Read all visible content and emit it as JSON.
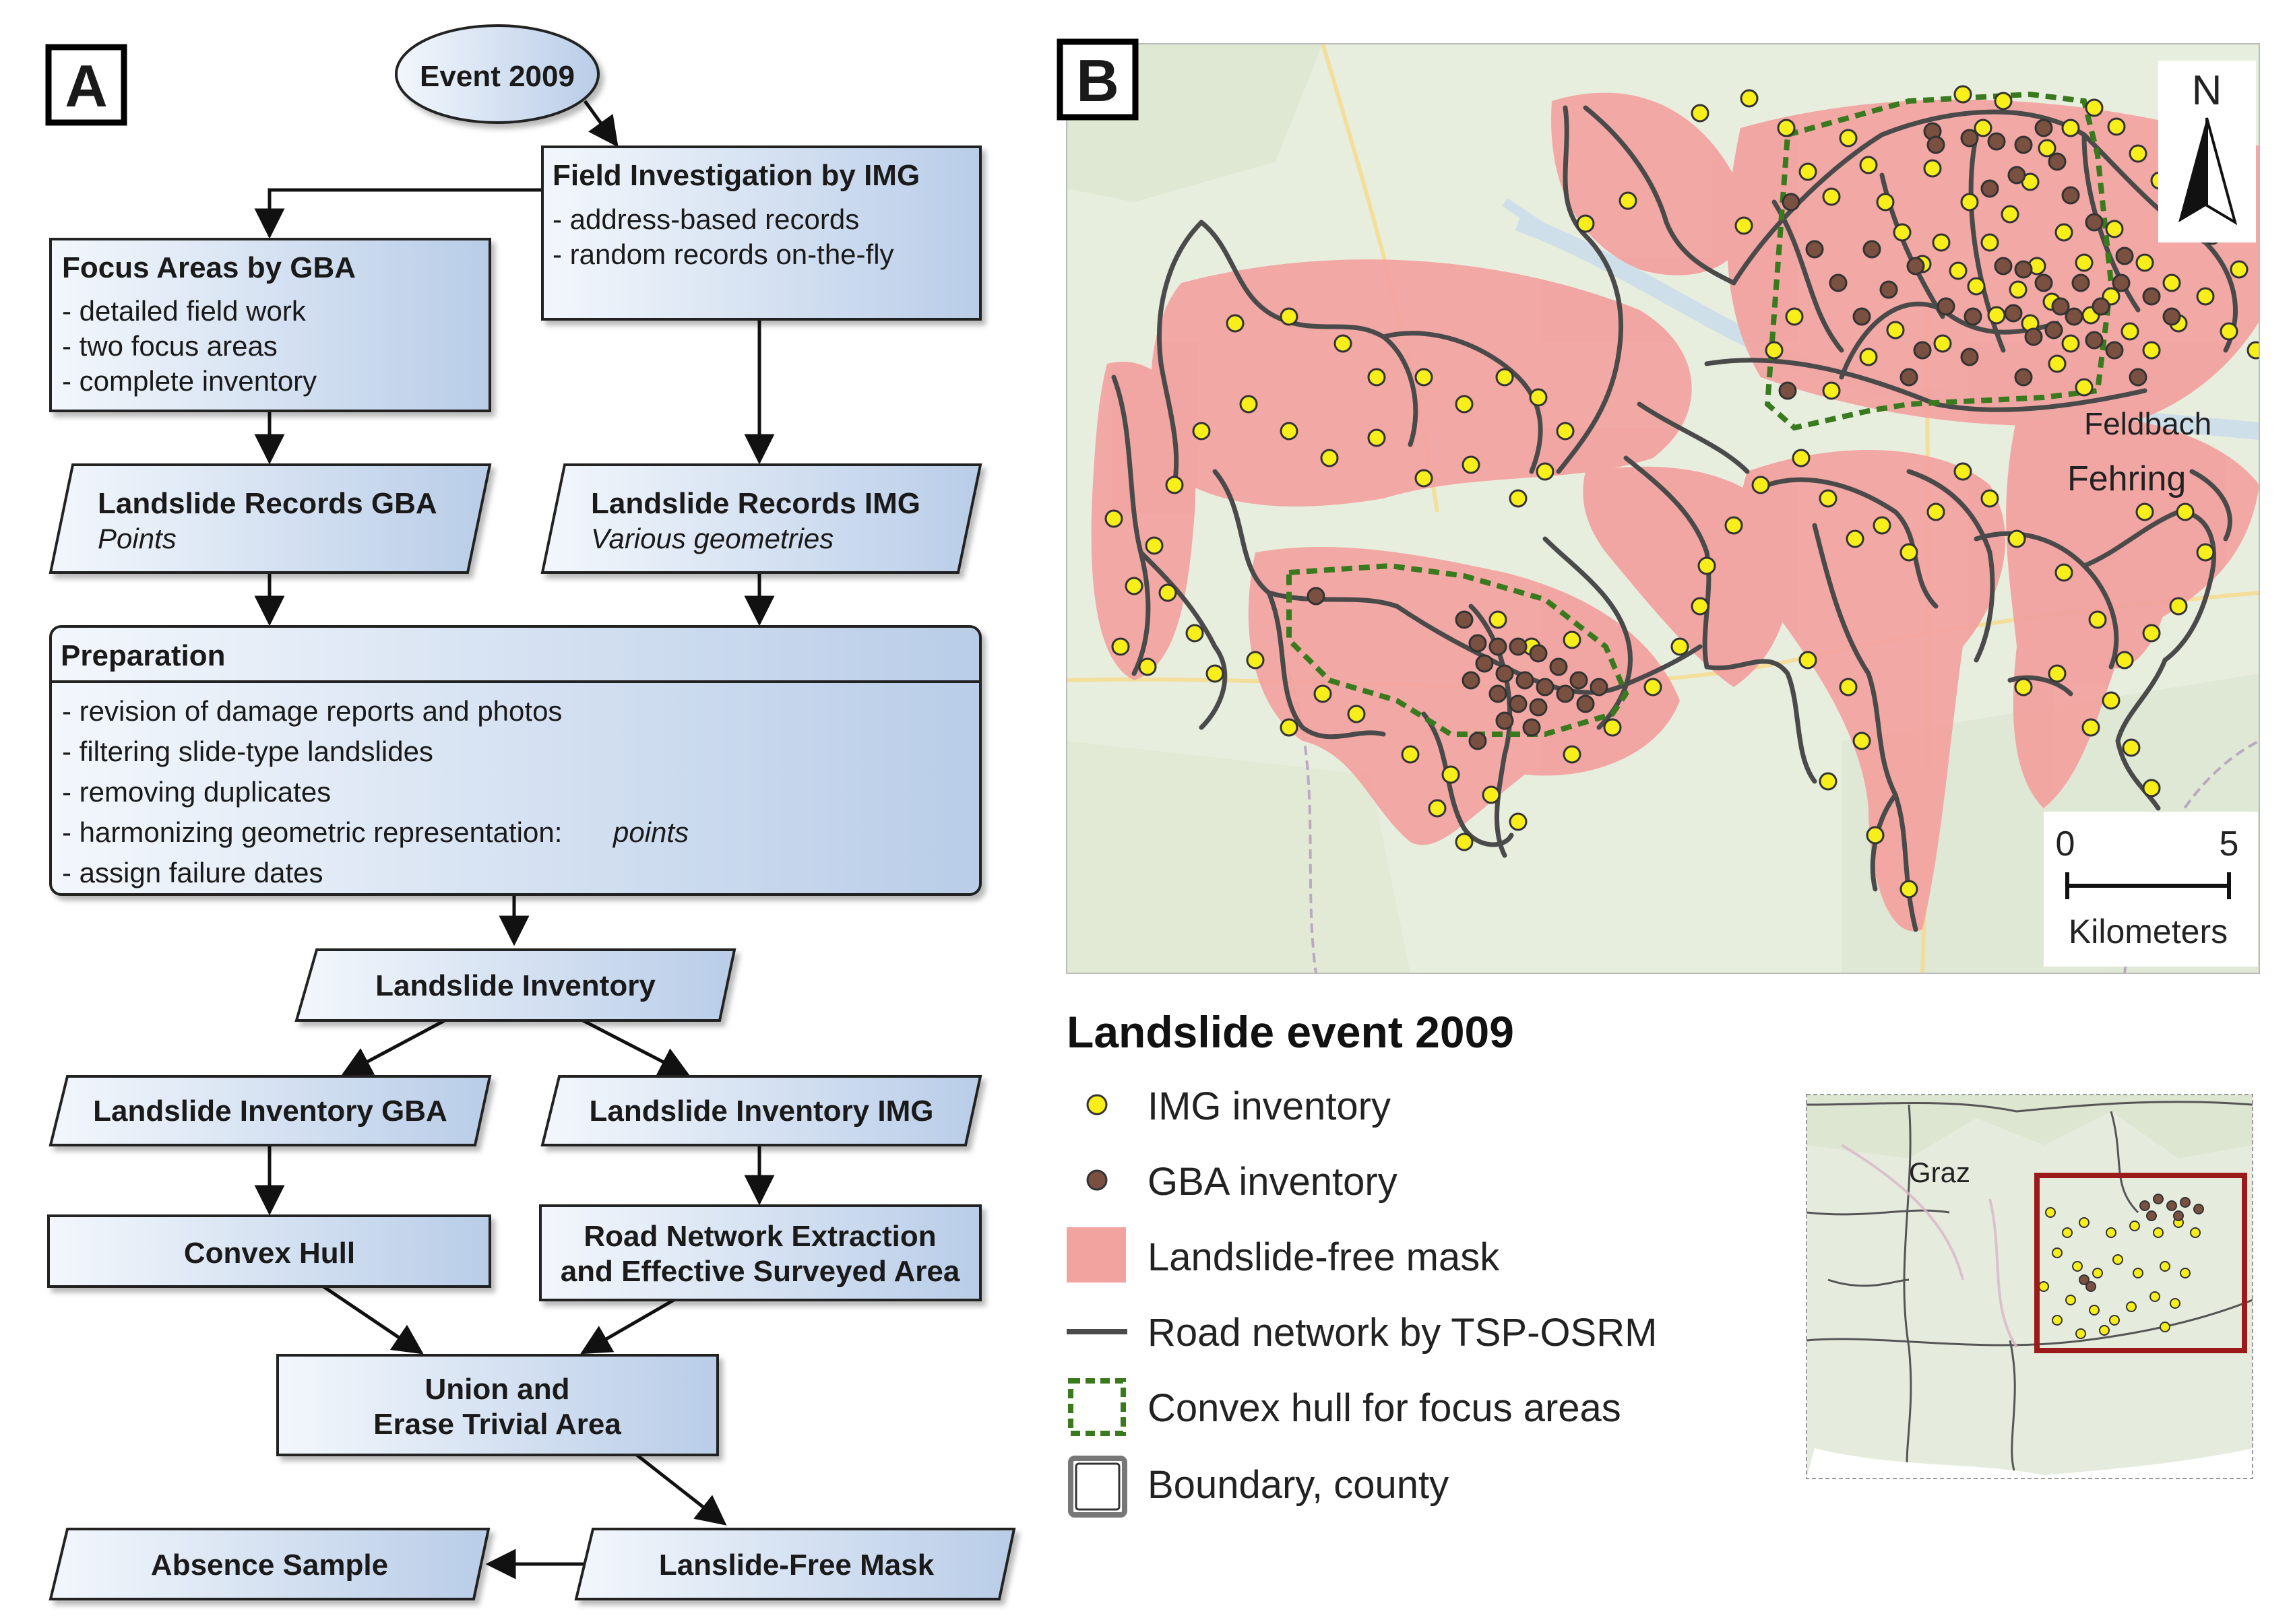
{
  "panel_a": {
    "label": "A",
    "event": "Event 2009",
    "field": {
      "title": "Field Investigation by IMG",
      "items": [
        "- address-based records",
        "- random records on-the-fly"
      ]
    },
    "focus": {
      "title": "Focus Areas by GBA",
      "items": [
        "- detailed field work",
        "- two focus areas",
        "- complete inventory"
      ]
    },
    "records_gba": {
      "title": "Landslide Records GBA",
      "sub": "Points"
    },
    "records_img": {
      "title": "Landslide Records IMG",
      "sub": "Various geometries"
    },
    "preparation": {
      "title": "Preparation",
      "items": [
        "- revision of damage reports and photos",
        "- filtering slide-type landslides",
        "- removing duplicates",
        "- harmonizing geometric representation:",
        "- assign failure dates"
      ],
      "points_word": "points"
    },
    "inventory": "Landslide Inventory",
    "inventory_gba": "Landslide Inventory GBA",
    "inventory_img": "Landslide Inventory IMG",
    "convex_hull": "Convex Hull",
    "road_network": [
      "Road Network Extraction",
      "and Effective Surveyed Area"
    ],
    "union": [
      "Union and",
      "Erase Trivial Area"
    ],
    "free_mask": "Lanslide-Free Mask",
    "absence": "Absence Sample"
  },
  "panel_b": {
    "label": "B",
    "north": "N",
    "scale": {
      "min": "0",
      "max": "5",
      "unit": "Kilometers"
    },
    "places": [
      "Feldbach",
      "Fehring"
    ],
    "inset_place": "Graz",
    "legend": {
      "title": "Landslide event 2009",
      "items": [
        "IMG inventory",
        "GBA inventory",
        "Landslide-free mask",
        "Road network by TSP-OSRM",
        "Convex hull for focus areas",
        "Boundary, county"
      ]
    },
    "colors": {
      "img_point": "#f7ee1a",
      "gba_point": "#7a5040",
      "mask": "#f2a3a0",
      "road": "#4a4a4a",
      "hull": "#3a7a1e",
      "inset_frame": "#9b1b1b",
      "box_fill": "#c9d9ee",
      "map_bg": "#e8eede"
    }
  }
}
